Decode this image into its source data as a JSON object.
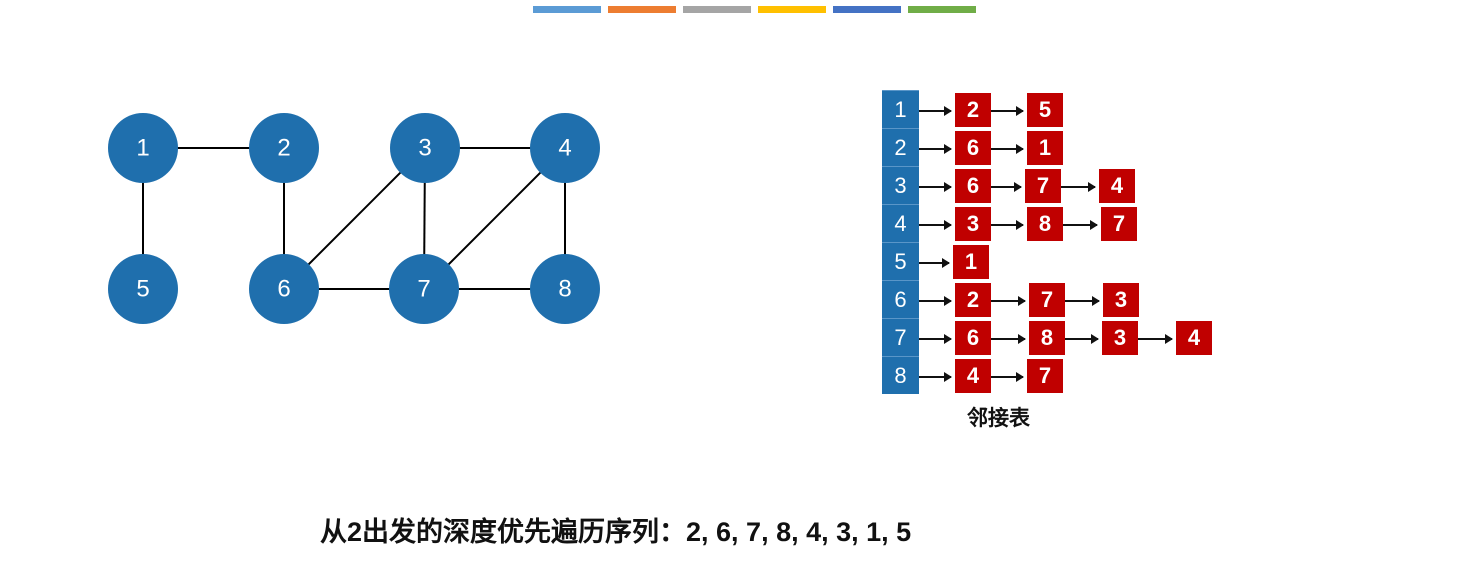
{
  "decor": {
    "stripe_colors": [
      "#5b9bd5",
      "#ed7d31",
      "#a5a5a5",
      "#ffc000",
      "#4472c4",
      "#70ad47"
    ]
  },
  "graph": {
    "node_color": "#1f6fad",
    "nodes": [
      "1",
      "2",
      "3",
      "4",
      "5",
      "6",
      "7",
      "8"
    ],
    "edges": [
      [
        "1",
        "2"
      ],
      [
        "1",
        "5"
      ],
      [
        "2",
        "6"
      ],
      [
        "3",
        "4"
      ],
      [
        "3",
        "6"
      ],
      [
        "3",
        "7"
      ],
      [
        "4",
        "7"
      ],
      [
        "4",
        "8"
      ],
      [
        "6",
        "7"
      ],
      [
        "7",
        "8"
      ]
    ]
  },
  "adjacency": {
    "index_color": "#1f6fad",
    "node_color": "#c00000",
    "rows": [
      {
        "vertex": "1",
        "neighbors": [
          "2",
          "5"
        ]
      },
      {
        "vertex": "2",
        "neighbors": [
          "6",
          "1"
        ]
      },
      {
        "vertex": "3",
        "neighbors": [
          "6",
          "7",
          "4"
        ]
      },
      {
        "vertex": "4",
        "neighbors": [
          "3",
          "8",
          "7"
        ]
      },
      {
        "vertex": "5",
        "neighbors": [
          "1"
        ]
      },
      {
        "vertex": "6",
        "neighbors": [
          "2",
          "7",
          "3"
        ]
      },
      {
        "vertex": "7",
        "neighbors": [
          "6",
          "8",
          "3",
          "4"
        ]
      },
      {
        "vertex": "8",
        "neighbors": [
          "4",
          "7"
        ]
      }
    ],
    "caption": "邻接表"
  },
  "footer": {
    "sequence_text": "从2出发的深度优先遍历序列：2, 6, 7, 8, 4, 3, 1, 5"
  }
}
